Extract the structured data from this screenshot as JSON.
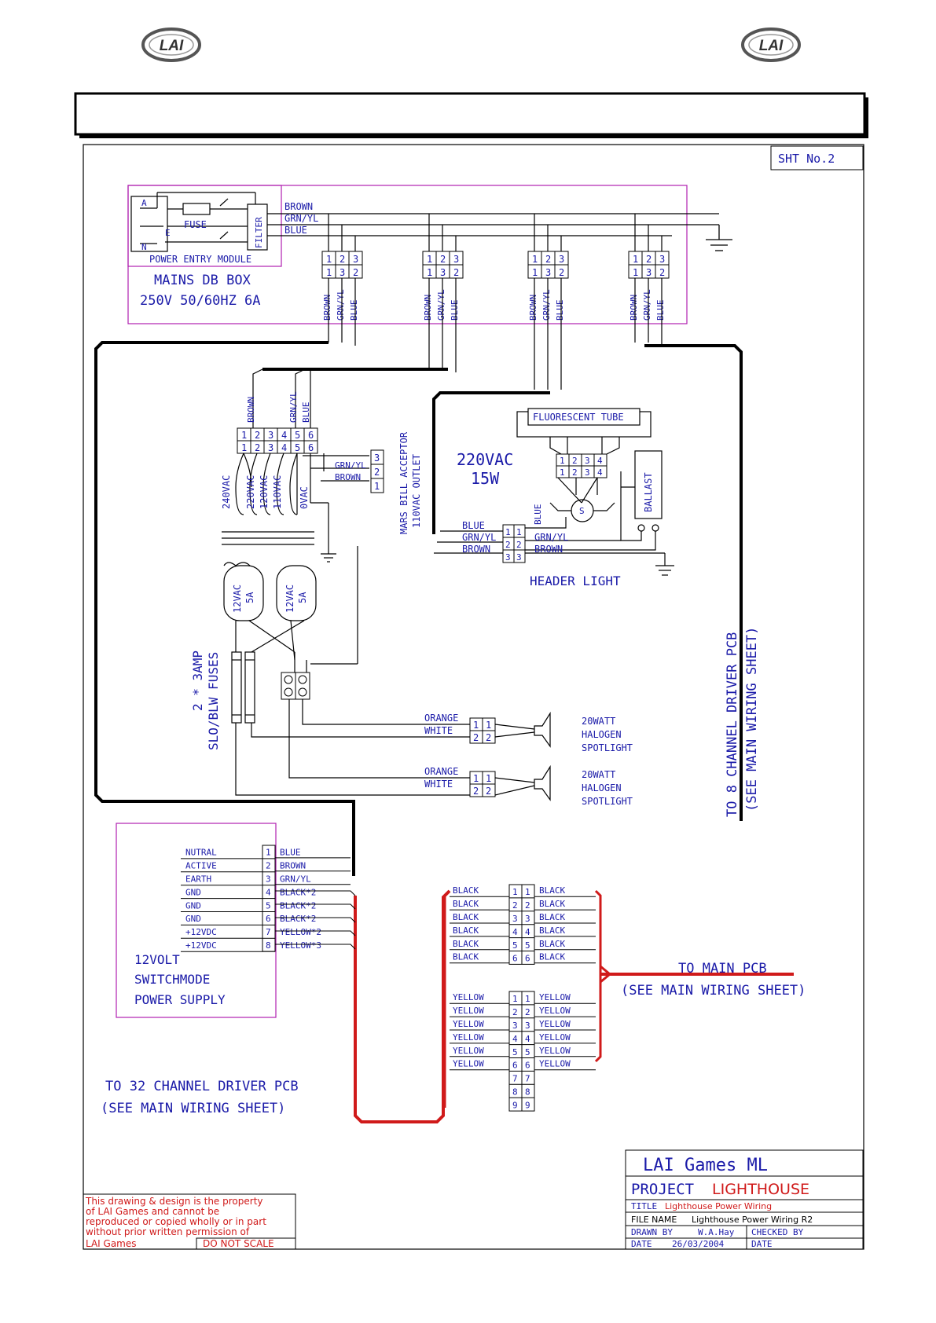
{
  "header": {
    "logo_text": "LAI"
  },
  "sheet": {
    "sheet_no": "SHT No.2"
  },
  "power_entry": {
    "terminal_a": "A",
    "terminal_e": "E",
    "terminal_n": "N",
    "fuse": "FUSE",
    "filter": "FILTER",
    "label": "POWER ENTRY MODULE"
  },
  "mains_box": {
    "title": "MAINS DB BOX",
    "rating": "250V 50/60HZ 6A"
  },
  "mains_wires": {
    "brown": "BROWN",
    "grn_yl": "GRN/YL",
    "blue": "BLUE"
  },
  "terminal_block": {
    "top": [
      "1",
      "2",
      "3"
    ],
    "bottom": [
      "1",
      "3",
      "2"
    ]
  },
  "transformer": {
    "pins": [
      "1",
      "2",
      "3",
      "4",
      "5",
      "6"
    ],
    "taps": [
      "240VAC",
      "220VAC",
      "120VAC",
      "110VAC",
      "0VAC"
    ],
    "wire_brown": "BROWN",
    "wire_grn_yl": "GRN/YL",
    "wire_blue": "BLUE",
    "secondary_1": "12VAC",
    "secondary_2": "12VAC",
    "sec_current": "5A"
  },
  "bill_acceptor": {
    "label": "MARS BILL ACCEPTOR",
    "outlet": "110VAC OUTLET",
    "pins": [
      "3",
      "2",
      "1"
    ],
    "wire_grn_yl": "GRN/YL",
    "wire_brown": "BROWN"
  },
  "header_light": {
    "tube": "FLUORESCENT TUBE",
    "voltage": "220VAC",
    "power": "15W",
    "ballast": "BALLAST",
    "starter": "S",
    "pins": [
      "1",
      "2",
      "3",
      "4"
    ],
    "wire_blue": "BLUE",
    "wire_grn_yl": "GRN/YL",
    "wire_brown": "BROWN",
    "label": "HEADER LIGHT"
  },
  "fuses": {
    "line1": "2 * 3AMP",
    "line2": "SLO/BLW FUSES"
  },
  "spotlights": [
    {
      "wire1": "ORANGE",
      "wire2": "WHITE",
      "pins": [
        "1",
        "2"
      ],
      "label1": "20WATT",
      "label2": "HALOGEN",
      "label3": "SPOTLIGHT"
    },
    {
      "wire1": "ORANGE",
      "wire2": "WHITE",
      "pins": [
        "1",
        "2"
      ],
      "label1": "20WATT",
      "label2": "HALOGEN",
      "label3": "SPOTLIGHT"
    }
  ],
  "driver8": {
    "line1": "TO 8 CHANNEL DRIVER PCB",
    "line2": "(SEE MAIN WIRING SHEET)"
  },
  "psu": {
    "name_lines": [
      "12VOLT",
      "SWITCHMODE",
      "POWER SUPPLY"
    ],
    "rows": [
      {
        "label": "NUTRAL",
        "pin": "1",
        "wire": "BLUE"
      },
      {
        "label": "ACTIVE",
        "pin": "2",
        "wire": "BROWN"
      },
      {
        "label": "EARTH",
        "pin": "3",
        "wire": "GRN/YL"
      },
      {
        "label": "GND",
        "pin": "4",
        "wire": "BLACK*2"
      },
      {
        "label": "GND",
        "pin": "5",
        "wire": "BLACK*2"
      },
      {
        "label": "GND",
        "pin": "6",
        "wire": "BLACK*2"
      },
      {
        "label": "+12VDC",
        "pin": "7",
        "wire": "YELLOW*2"
      },
      {
        "label": "+12VDC",
        "pin": "8",
        "wire": "YELLOW*3"
      }
    ]
  },
  "black_block": {
    "wire": "BLACK",
    "pins": [
      "1",
      "2",
      "3",
      "4",
      "5",
      "6"
    ]
  },
  "yellow_block": {
    "wire": "YELLOW",
    "pins": [
      "1",
      "2",
      "3",
      "4",
      "5",
      "6",
      "7",
      "8",
      "9"
    ]
  },
  "main_pcb": {
    "line1": "TO MAIN PCB",
    "line2": "(SEE MAIN WIRING SHEET)"
  },
  "driver32": {
    "line1": "TO 32 CHANNEL DRIVER PCB",
    "line2": "(SEE MAIN WIRING SHEET)"
  },
  "title_block": {
    "company": "LAI Games ML",
    "project_label": "PROJECT",
    "project_name": "LIGHTHOUSE",
    "title_label": "TITLE",
    "title_value": "Lighthouse Power Wiring",
    "file_label": "FILE NAME",
    "file_value": "Lighthouse Power Wiring R2",
    "drawn_label": "DRAWN BY",
    "drawn_value": "W.A.Hay",
    "checked_label": "CHECKED BY",
    "date_label": "DATE",
    "date_value": "26/03/2004",
    "date_label2": "DATE"
  },
  "notice": {
    "lines": [
      "This drawing & design is the property",
      "of LAI Games and cannot be",
      "reproduced or copied wholly or in part",
      "without prior written permission of",
      "LAI Games"
    ],
    "scale": "DO NOT SCALE"
  },
  "colors": {
    "ink": "#1a1aa8",
    "box": "#b020b0",
    "red": "#d01a1a",
    "black": "#000000"
  }
}
